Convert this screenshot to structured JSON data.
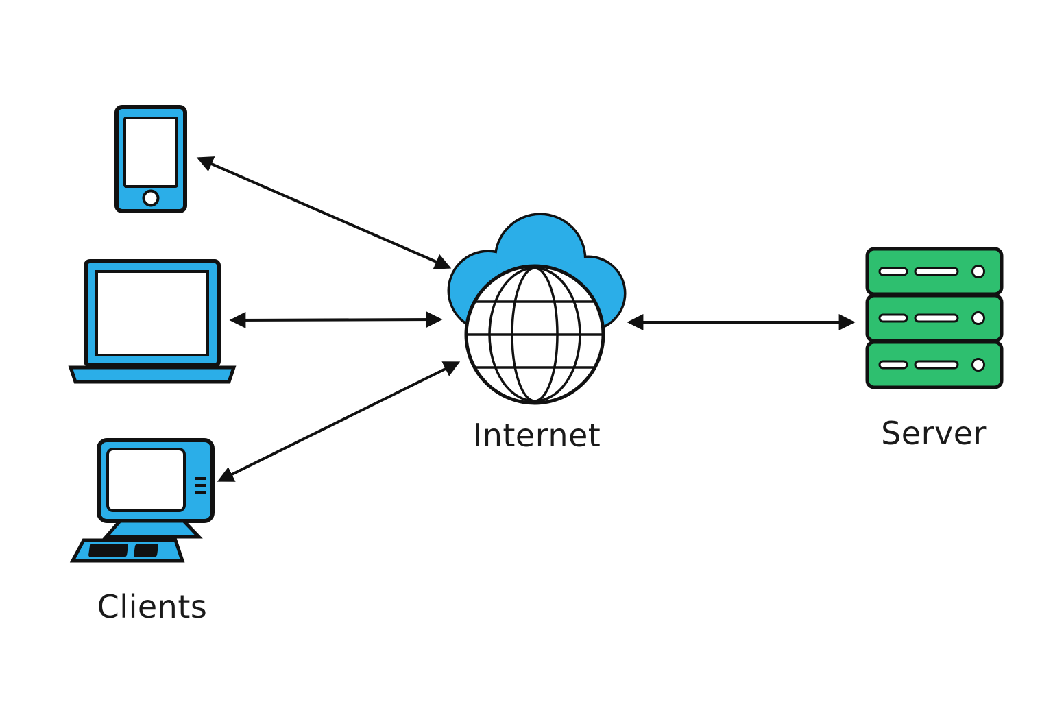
{
  "diagram": {
    "type": "network-architecture",
    "labels": {
      "clients": "Clients",
      "internet": "Internet",
      "server": "Server"
    },
    "nodes": [
      {
        "id": "smartphone",
        "icon": "smartphone-icon",
        "group": "clients"
      },
      {
        "id": "laptop",
        "icon": "laptop-icon",
        "group": "clients"
      },
      {
        "id": "desktop",
        "icon": "desktop-computer-icon",
        "group": "clients"
      },
      {
        "id": "internet",
        "icon": "internet-cloud-globe-icon",
        "group": "internet"
      },
      {
        "id": "server",
        "icon": "server-stack-icon",
        "group": "server"
      }
    ],
    "edges": [
      {
        "from": "smartphone",
        "to": "internet",
        "style": "double-arrow"
      },
      {
        "from": "laptop",
        "to": "internet",
        "style": "double-arrow"
      },
      {
        "from": "desktop",
        "to": "internet",
        "style": "double-arrow"
      },
      {
        "from": "internet",
        "to": "server",
        "style": "double-arrow"
      }
    ],
    "colors": {
      "device_blue": "#2BAEE8",
      "server_green": "#2EBF6F",
      "outline": "#111111",
      "background": "#FFFFFF",
      "text": "#1A1A1A"
    }
  }
}
